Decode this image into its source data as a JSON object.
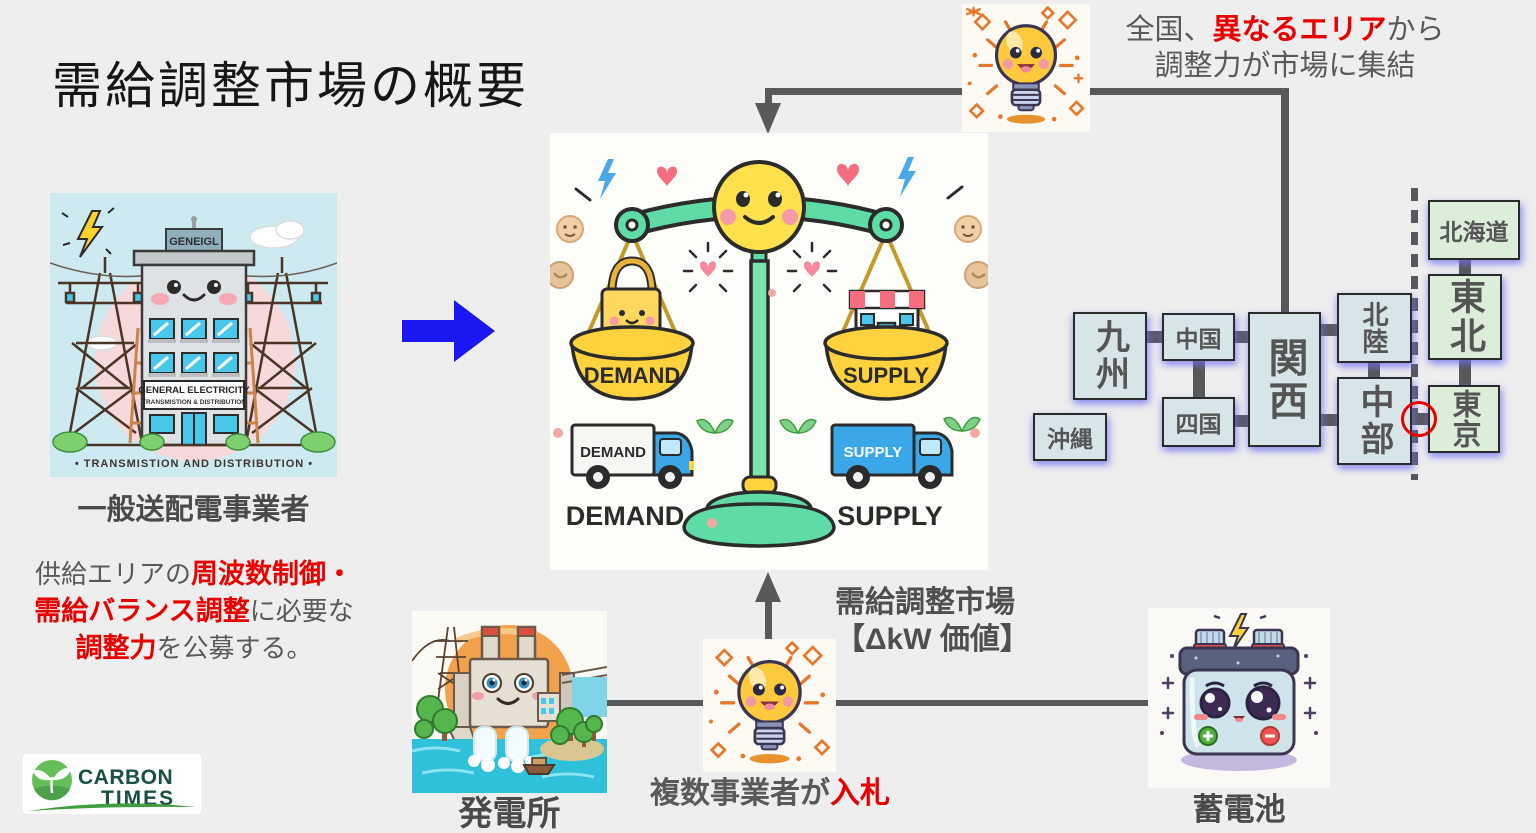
{
  "title": "需給調整市場の概要",
  "left": {
    "image": {
      "sign": "GENEIGL",
      "banner1": "GENERAL ELECTRICITY",
      "banner2": "TRANSMISTION & DISTRIBUTION",
      "footer": "• TRANSMISTION AND DISTRIBUTION •"
    },
    "caption": "一般送配電事業者",
    "desc": {
      "l1a": "供給エリアの",
      "l1b": "周波数制御・",
      "l2a": "需給バランス調整",
      "l2b": "に必要な",
      "l3a": "調整力",
      "l3b": "を公募する。"
    }
  },
  "top_right": {
    "l1a": "全国、",
    "l1b": "異なるエリア",
    "l1c": "から",
    "l2": "調整力が市場に集結"
  },
  "regions": {
    "kyushu": "九州",
    "chugoku": "中国",
    "shikoku": "四国",
    "okinawa": "沖縄",
    "kansai": "関西",
    "hokuriku": "北陸",
    "chubu": "中部",
    "hokkaido": "北海道",
    "tohoku": "東北",
    "tokyo": "東京"
  },
  "balance": {
    "demand_pan": "DEMAND",
    "supply_pan": "SUPPLY",
    "demand_truck": "DEMAND",
    "supply_truck": "SUPPLY",
    "demand_caption": "DEMAND",
    "supply_caption": "SUPPLY"
  },
  "bottom": {
    "market1": "需給調整市場",
    "market2": "【ΔkW 価値】",
    "bid_a": "複数事業者が",
    "bid_b": "入札",
    "plant_caption": "発電所",
    "battery_caption": "蓄電池"
  },
  "logo": {
    "line1": "CARBON",
    "line2": "TIMES"
  },
  "colors": {
    "background": "#eeeeee",
    "highlight_red": "#e80000",
    "text_gray": "#595959",
    "connector_gray": "#58595b",
    "arrow_blue": "#1a17f2",
    "region_west_fill": "#d7e4e8",
    "region_east_fill": "#dcedda"
  }
}
